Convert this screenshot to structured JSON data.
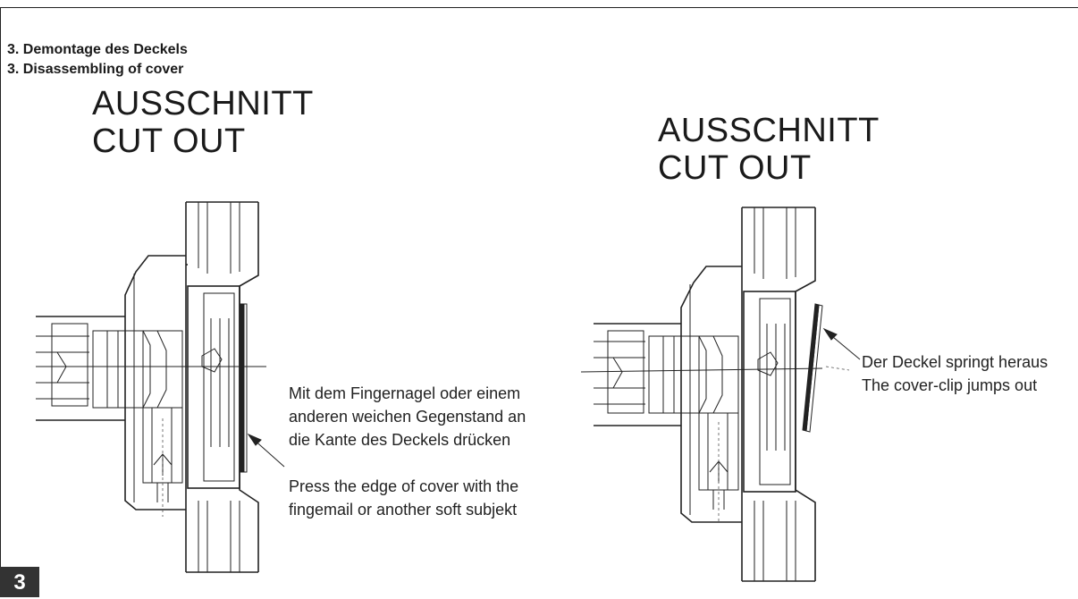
{
  "headings": {
    "de": "3. Demontage des Deckels",
    "en": "3. Disassembling of cover"
  },
  "views": [
    {
      "label_de": "AUSSCHNITT",
      "label_en": "CUT OUT",
      "note_de_lines": [
        "Mit dem Fingernagel oder einem",
        "anderen weichen Gegenstand an",
        "die Kante des Deckels drücken"
      ],
      "note_en_lines": [
        "Press the edge of cover with the",
        "fingemail or another soft subjekt"
      ]
    },
    {
      "label_de": "AUSSCHNITT",
      "label_en": "CUT OUT",
      "note_de_lines": [
        "Der Deckel springt heraus"
      ],
      "note_en_lines": [
        "The cover-clip jumps out"
      ]
    }
  ],
  "page_number": "3"
}
